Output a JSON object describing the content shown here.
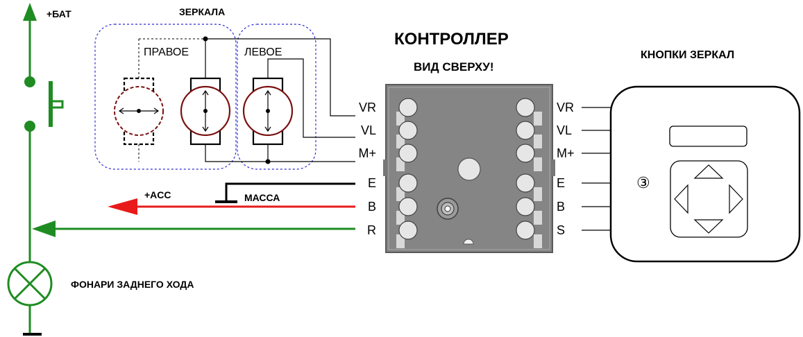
{
  "labels": {
    "battery": "+БАТ",
    "mirrors": "ЗЕРКАЛА",
    "right_mirror": "ПРАВОЕ",
    "left_mirror": "ЛЕВОЕ",
    "controller_title": "КОНТРОЛЛЕР",
    "controller_subtitle": "ВИД СВЕРХУ!",
    "buttons_title": "КНОПКИ ЗЕРКАЛ",
    "acc": "+ACC",
    "ground": "МАССА",
    "reverse_lamps": "ФОНАРИ ЗАДНЕГО ХОДА",
    "button_number": "③"
  },
  "controller_pins": [
    "VR",
    "VL",
    "M+",
    "E",
    "B",
    "R"
  ],
  "button_pins": [
    "VR",
    "VL",
    "M+",
    "E",
    "B",
    "S"
  ],
  "colors": {
    "green": "#1e8c22",
    "red": "#e81a1a",
    "mirror_box": "#2b2bd4",
    "motor": "#7a1010",
    "controller_body": "#858585",
    "pin_fill": "#e6e6e6"
  }
}
